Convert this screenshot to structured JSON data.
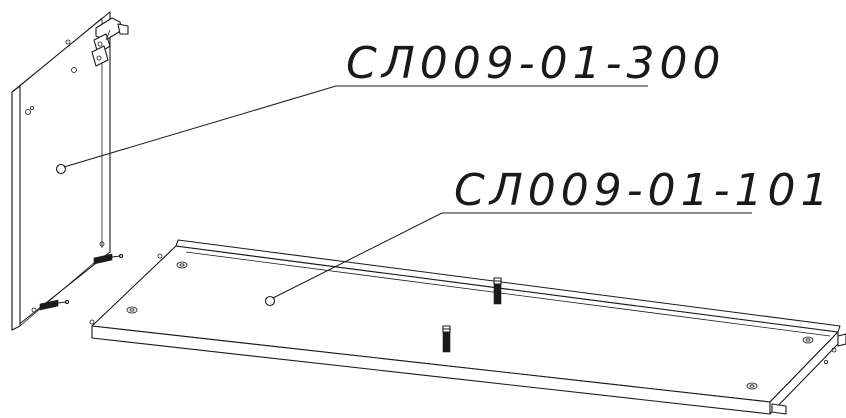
{
  "callouts": [
    {
      "id": "side-panel",
      "label": "СЛ009-01-300"
    },
    {
      "id": "bottom-panel",
      "label": "СЛ009-01-101"
    }
  ],
  "colors": {
    "line": "#1a1a1a",
    "background": "#ffffff"
  }
}
